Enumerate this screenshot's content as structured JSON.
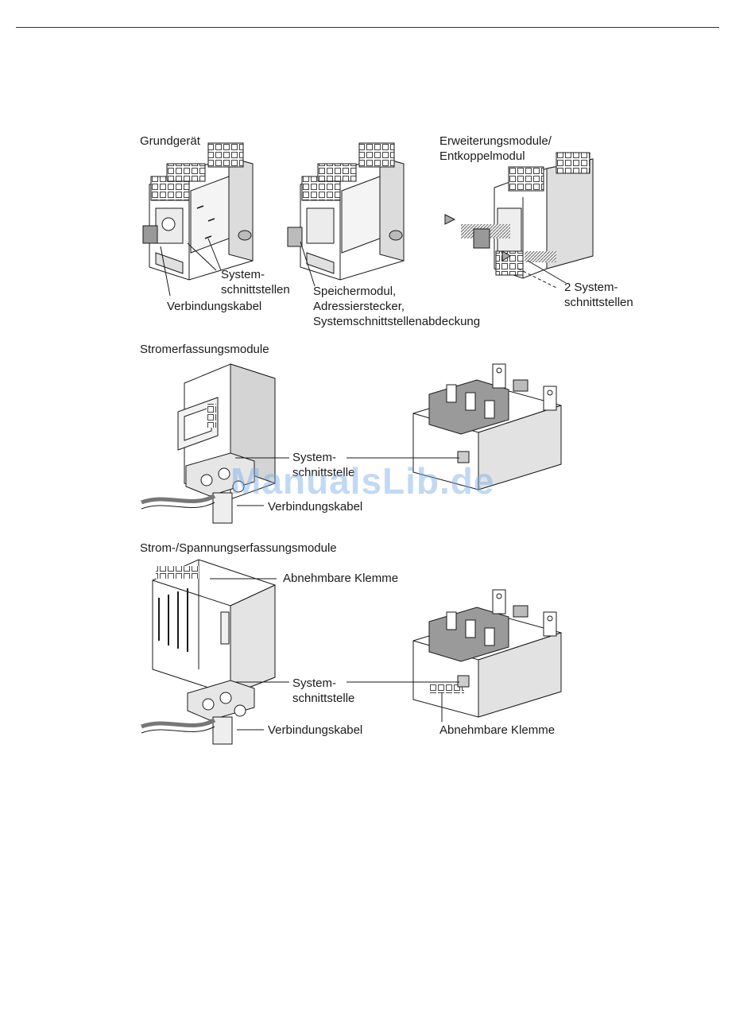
{
  "sections": {
    "grundgeraet": "Grundgerät",
    "erweiterung": [
      "Erweiterungsmodule/",
      "Entkoppelmodul"
    ],
    "stromerfassung": "Stromerfassungsmodule",
    "spannungserfassung": "Strom-/Spannungserfassungsmodule"
  },
  "callouts": {
    "system_schnittstellen": [
      "System-",
      "schnittstellen"
    ],
    "verbindungskabel_1": "Verbindungskabel",
    "speichermodul": [
      "Speichermodul,",
      "Adressierstecker,",
      "Systemschnittstellenabdeckung"
    ],
    "zwei_system": [
      "2 System-",
      "schnittstellen"
    ],
    "system_schnittstelle_2": [
      "System-",
      "schnittstelle"
    ],
    "verbindungskabel_2": "Verbindungskabel",
    "abnehmbare_klemme_1": "Abnehmbare Klemme",
    "system_schnittstelle_3": [
      "System-",
      "schnittstelle"
    ],
    "verbindungskabel_3": "Verbindungskabel",
    "abnehmbare_klemme_2": "Abnehmbare Klemme"
  },
  "watermark": "ManualsLib.de",
  "colors": {
    "line": "#1a1a1a",
    "device_fill": "#ffffff",
    "shade": "#d6d6d6",
    "dark": "#5a5a5a",
    "watermark": "#78aae6"
  }
}
